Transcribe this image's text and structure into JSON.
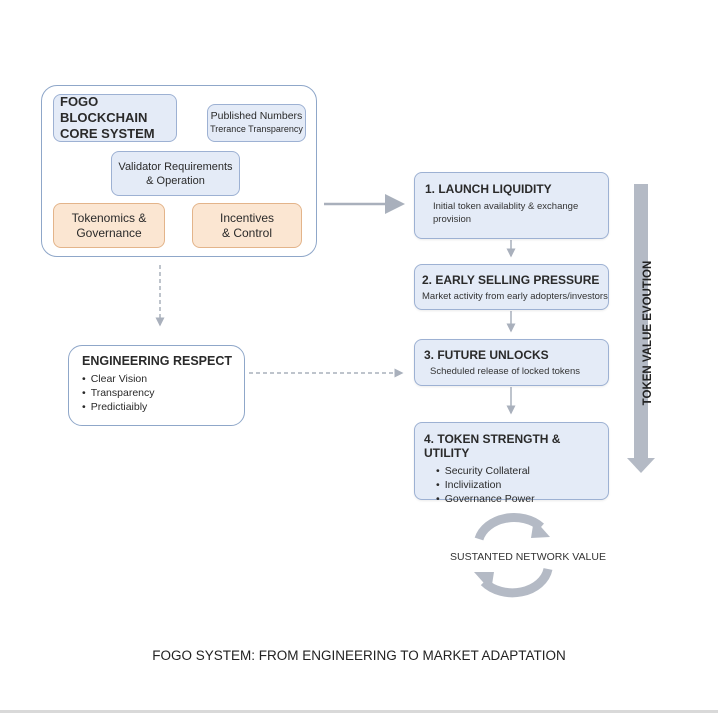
{
  "diagram": {
    "title": "FOGO SYSTEM: FROM ENGINEERING TO MARKET ADAPTATION",
    "colors": {
      "blue_fill": "#e4ebf7",
      "blue_border": "#9db1d3",
      "orange_fill": "#fbe6d2",
      "orange_border": "#e3b48a",
      "arrow_gray": "#a9b0bc"
    },
    "core_system": {
      "title_line1": "FOGO BLOCKCHAIN",
      "title_line2": "CORE SYSTEM",
      "published": {
        "line1": "Published Numbers",
        "line2": "Trerance Transparency"
      },
      "validator": {
        "line1": "Validator Requirements",
        "line2": "& Operation"
      },
      "tokenomics": {
        "line1": "Tokenomics &",
        "line2": "Governance"
      },
      "incentives": {
        "line1": "Incentives",
        "line2": "& Control"
      }
    },
    "engineering_respect": {
      "title": "ENGINEERING RESPECT",
      "items": [
        "Clear Vision",
        "Transparency",
        "Predictiaibly"
      ]
    },
    "steps": [
      {
        "title": "1. LAUNCH LIQUIDITY",
        "desc": "Initial token availablity & exchange provision"
      },
      {
        "title": "2. EARLY SELLING PRESSURE",
        "desc": "Market activity from early adopters/investors"
      },
      {
        "title": "3. FUTURE UNLOCKS",
        "desc": "Scheduled release of locked tokens"
      },
      {
        "title": "4. TOKEN STRENGTH & UTILITY",
        "items": [
          "Security Collateral",
          "Incliviization",
          "Governance Power"
        ]
      }
    ],
    "vertical_label": "TOKEN VALUE EVOUTION",
    "cycle_label": "SUSTANTED NETWORK VALUE"
  }
}
